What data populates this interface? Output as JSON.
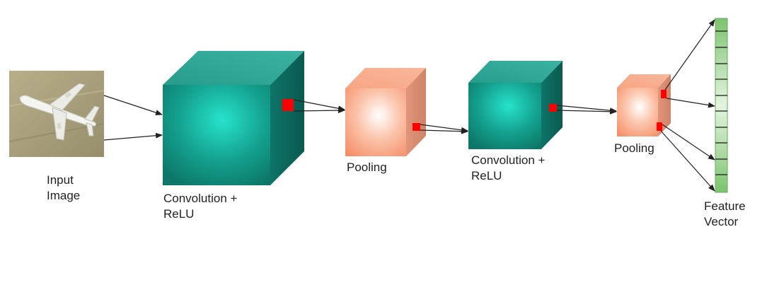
{
  "labels": {
    "input": [
      "Input",
      "Image"
    ],
    "conv1": [
      "Convolution +",
      "ReLU"
    ],
    "pool1": [
      "Pooling"
    ],
    "conv2": [
      "Convolution +",
      "ReLU"
    ],
    "pool2": [
      "Pooling"
    ],
    "feature": [
      "Feature",
      "Vector"
    ]
  },
  "colors": {
    "conv_front": "#1aa391",
    "conv_front_center": "#22e0c8",
    "conv_top": "#2fa595",
    "conv_side": "#0e6e62",
    "pool_front": "#f69c7c",
    "pool_front_center": "#ffffff",
    "pool_top": "#f5ac8d",
    "pool_side": "#d98c70",
    "kernel": "#ff0000",
    "feature_bar": "#8ccf80",
    "arrow": "#222222",
    "image_bg": "#a89f7c"
  },
  "icons": {
    "input_image": "airplane-photo-icon"
  }
}
